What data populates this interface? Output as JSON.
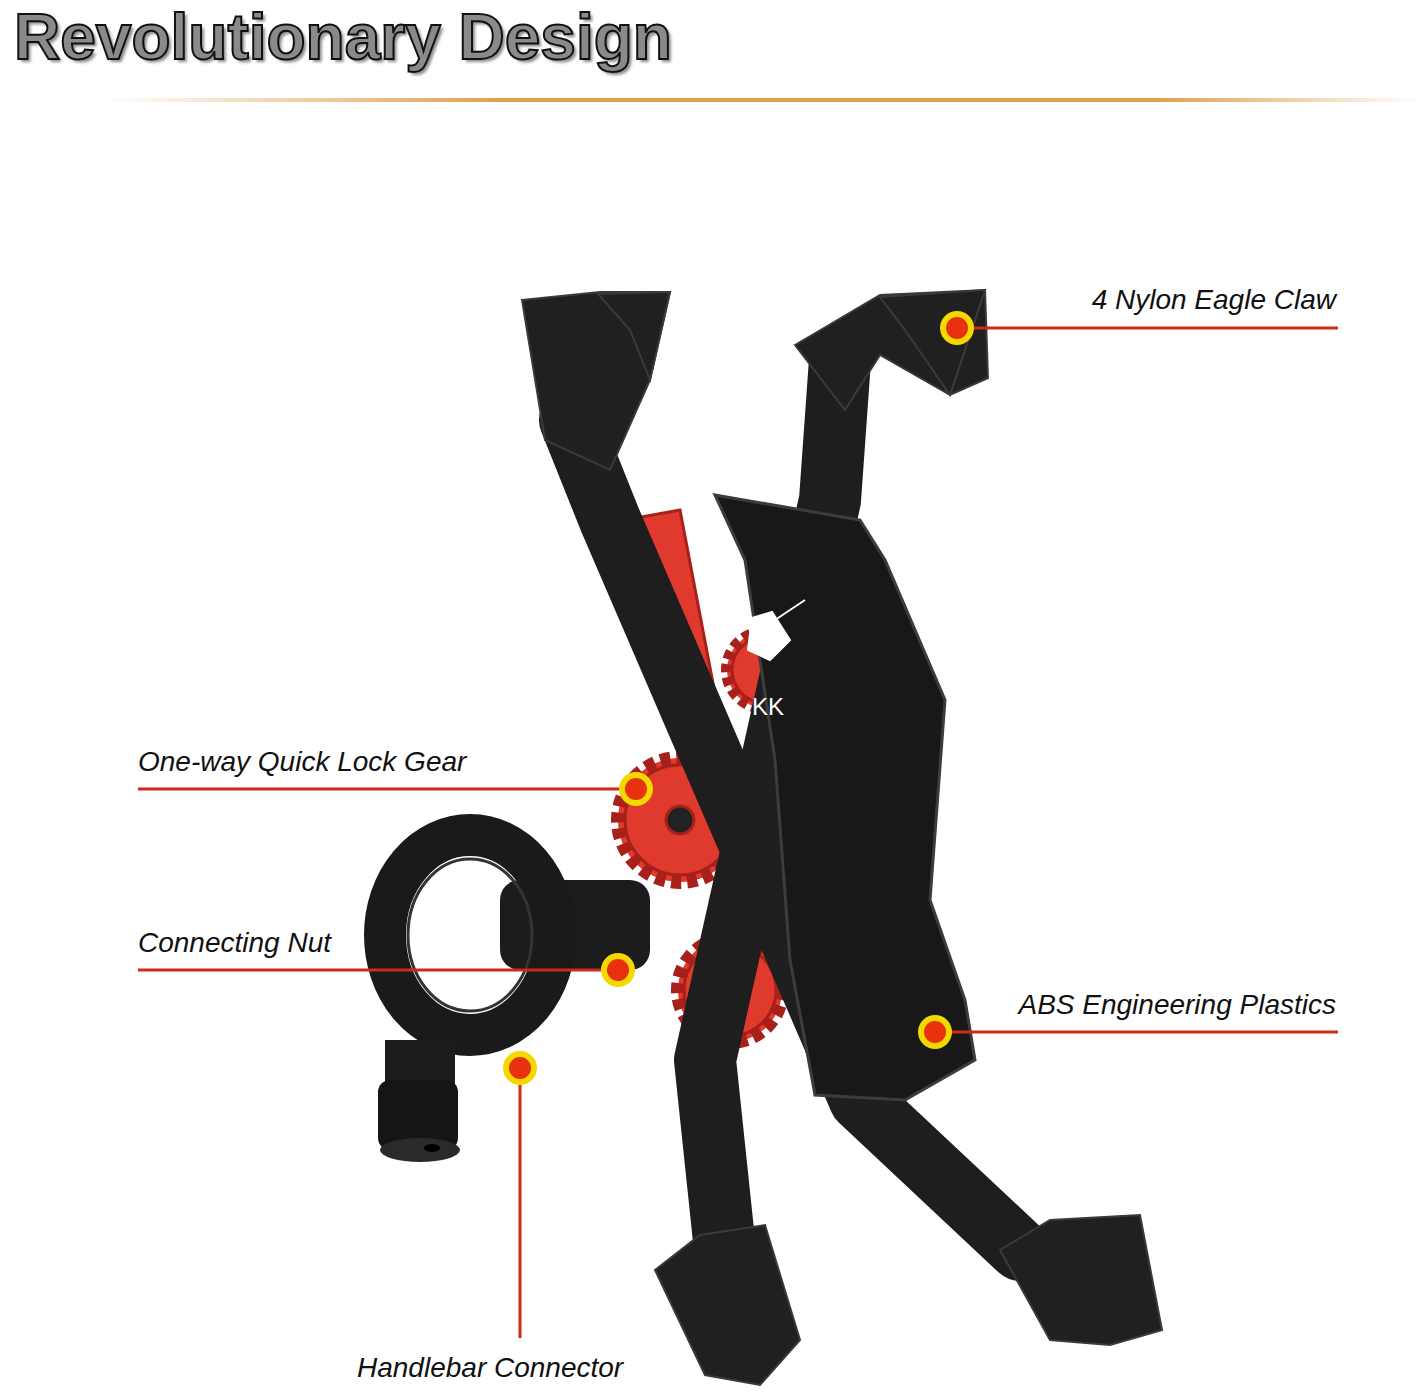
{
  "diagram": {
    "title": "Revolutionary Design",
    "labels": [
      "4 Nylon Eagle Claw",
      "One-way Quick Lock Gear",
      "Connecting Nut",
      "ABS Engineering Plastics",
      "Handlebar Connector",
      "KK"
    ]
  }
}
